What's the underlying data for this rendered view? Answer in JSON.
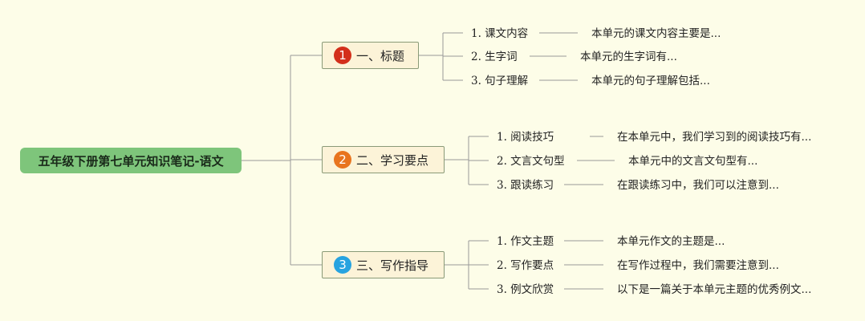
{
  "colors": {
    "background": "#fdfde8",
    "root": "#7ec57b",
    "branch_fill": "#fcf3d8",
    "line": "#999999",
    "badge_1": "#d32f1b",
    "badge_2": "#e8741e",
    "badge_3": "#27a3e0"
  },
  "root": {
    "label": "五年级下册第七单元知识笔记-语文"
  },
  "branches": [
    {
      "num": "1",
      "label": "一、标题",
      "items": [
        {
          "label": "1. 课文内容",
          "desc": "本单元的课文内容主要是..."
        },
        {
          "label": "2. 生字词",
          "desc": "本单元的生字词有..."
        },
        {
          "label": "3. 句子理解",
          "desc": "本单元的句子理解包括..."
        }
      ]
    },
    {
      "num": "2",
      "label": "二、学习要点",
      "items": [
        {
          "label": "1. 阅读技巧",
          "desc": "在本单元中，我们学习到的阅读技巧有..."
        },
        {
          "label": "2. 文言文句型",
          "desc": "本单元中的文言文句型有..."
        },
        {
          "label": "3. 跟读练习",
          "desc": "在跟读练习中，我们可以注意到..."
        }
      ]
    },
    {
      "num": "3",
      "label": "三、写作指导",
      "items": [
        {
          "label": "1. 作文主题",
          "desc": "本单元作文的主题是..."
        },
        {
          "label": "2. 写作要点",
          "desc": "在写作过程中，我们需要注意到..."
        },
        {
          "label": "3. 例文欣赏",
          "desc": "以下是一篇关于本单元主题的优秀例文..."
        }
      ]
    }
  ]
}
